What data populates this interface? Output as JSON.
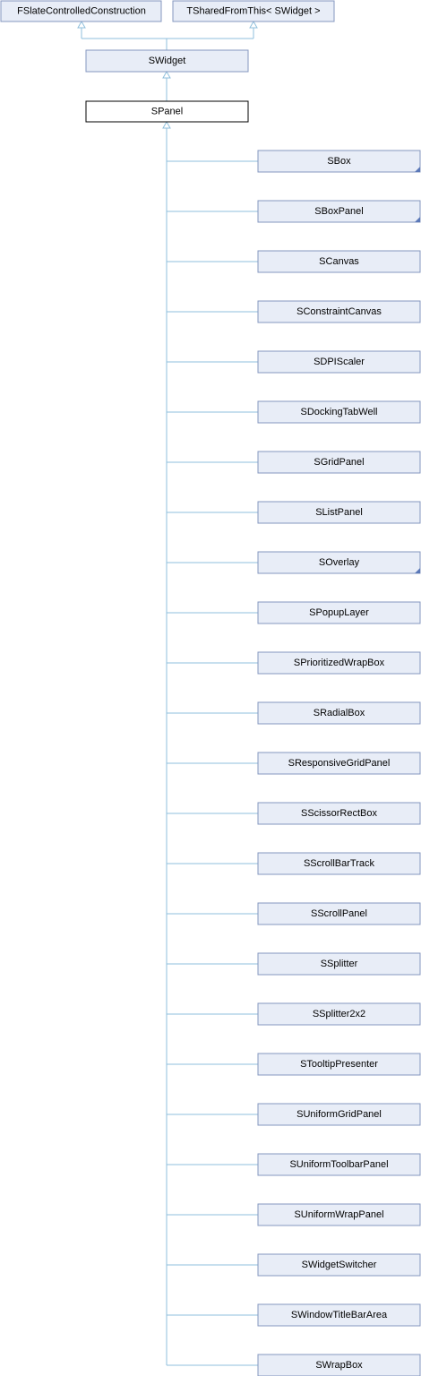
{
  "diagram": {
    "type": "class-inheritance",
    "nodes": {
      "fslate": "FSlateControlledConstruction",
      "tshared": "TSharedFromThis< SWidget >",
      "swidget": "SWidget",
      "spanel": "SPanel"
    },
    "children": [
      {
        "label": "SBox",
        "has_more": true
      },
      {
        "label": "SBoxPanel",
        "has_more": true
      },
      {
        "label": "SCanvas",
        "has_more": false
      },
      {
        "label": "SConstraintCanvas",
        "has_more": false
      },
      {
        "label": "SDPIScaler",
        "has_more": false
      },
      {
        "label": "SDockingTabWell",
        "has_more": false
      },
      {
        "label": "SGridPanel",
        "has_more": false
      },
      {
        "label": "SListPanel",
        "has_more": false
      },
      {
        "label": "SOverlay",
        "has_more": true
      },
      {
        "label": "SPopupLayer",
        "has_more": false
      },
      {
        "label": "SPrioritizedWrapBox",
        "has_more": false
      },
      {
        "label": "SRadialBox",
        "has_more": false
      },
      {
        "label": "SResponsiveGridPanel",
        "has_more": false
      },
      {
        "label": "SScissorRectBox",
        "has_more": false
      },
      {
        "label": "SScrollBarTrack",
        "has_more": false
      },
      {
        "label": "SScrollPanel",
        "has_more": false
      },
      {
        "label": "SSplitter",
        "has_more": false
      },
      {
        "label": "SSplitter2x2",
        "has_more": false
      },
      {
        "label": "STooltipPresenter",
        "has_more": false
      },
      {
        "label": "SUniformGridPanel",
        "has_more": false
      },
      {
        "label": "SUniformToolbarPanel",
        "has_more": false
      },
      {
        "label": "SUniformWrapPanel",
        "has_more": false
      },
      {
        "label": "SWidgetSwitcher",
        "has_more": false
      },
      {
        "label": "SWindowTitleBarArea",
        "has_more": false
      },
      {
        "label": "SWrapBox",
        "has_more": false
      }
    ],
    "colors": {
      "node_fill": "#e8edf7",
      "node_border": "#8497bf",
      "current_node_border": "#000000",
      "edge": "#8fbfdc",
      "more_marker": "#5a78b8"
    }
  }
}
